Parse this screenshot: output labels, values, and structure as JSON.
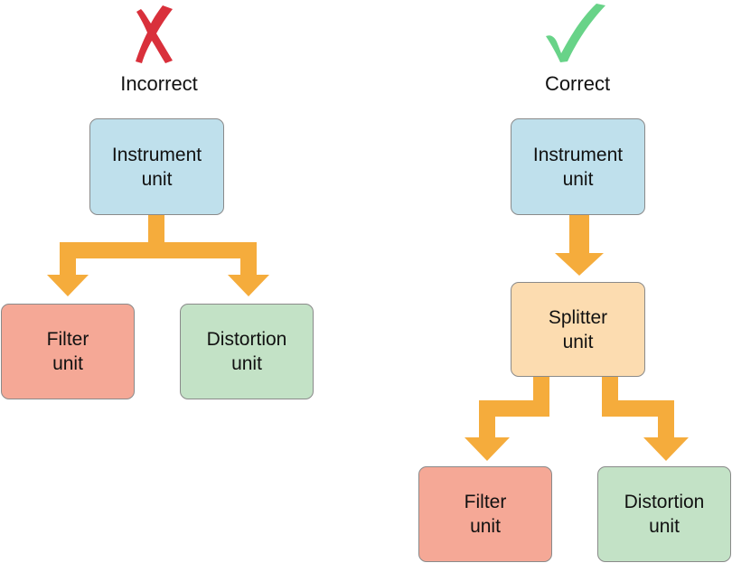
{
  "colors": {
    "arrow": "#f5ac3c",
    "incorrect_mark": "#d9303b",
    "correct_mark": "#68d388",
    "instrument_fill": "#bfe0ec",
    "filter_fill": "#f5a896",
    "distortion_fill": "#c3e2c6",
    "splitter_fill": "#fcdcb0"
  },
  "icons": {
    "incorrect": "cross-mark-icon",
    "correct": "check-mark-icon"
  },
  "incorrect": {
    "caption": "Incorrect",
    "instrument": {
      "line1": "Instrument",
      "line2": "unit"
    },
    "filter": {
      "line1": "Filter",
      "line2": "unit"
    },
    "distortion": {
      "line1": "Distortion",
      "line2": "unit"
    }
  },
  "correct": {
    "caption": "Correct",
    "instrument": {
      "line1": "Instrument",
      "line2": "unit"
    },
    "splitter": {
      "line1": "Splitter",
      "line2": "unit"
    },
    "filter": {
      "line1": "Filter",
      "line2": "unit"
    },
    "distortion": {
      "line1": "Distortion",
      "line2": "unit"
    }
  }
}
